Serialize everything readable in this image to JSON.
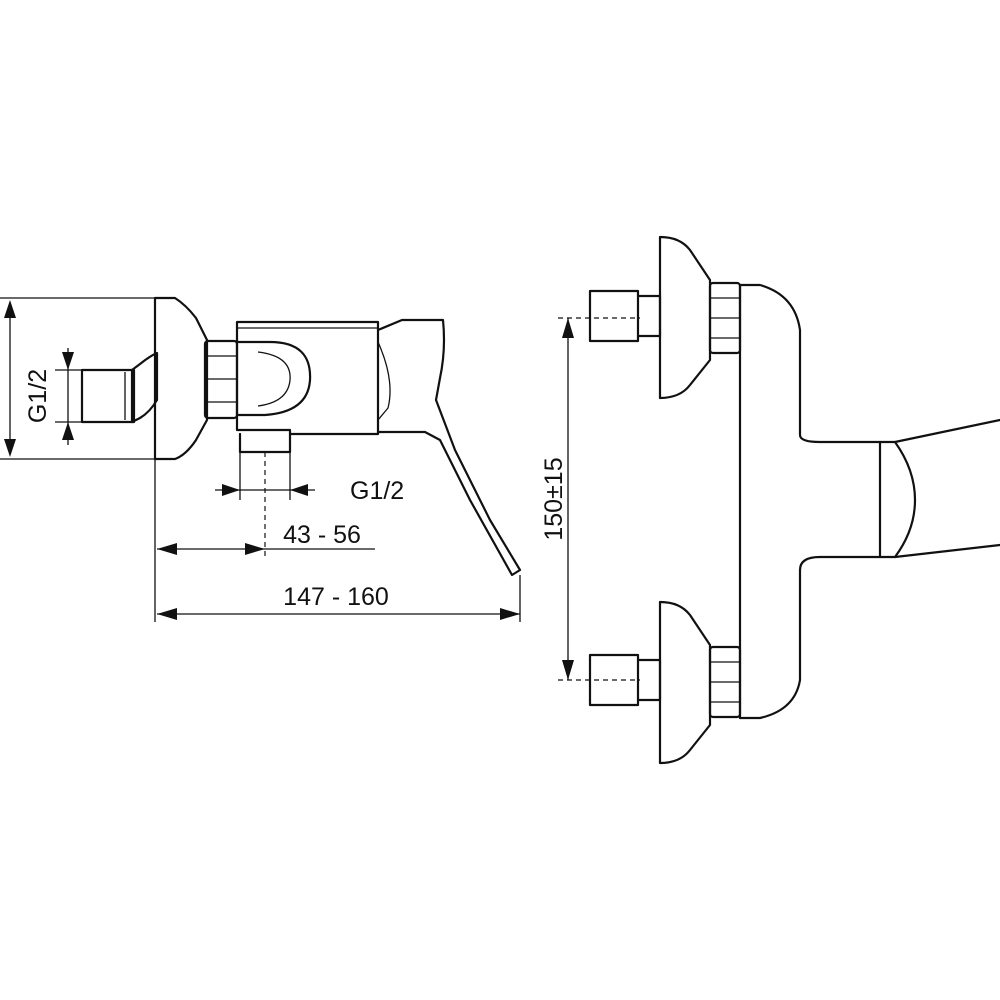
{
  "dimensions": {
    "side_inlet_thread": "G1/2",
    "outlet_thread": "G1/2",
    "outlet_offset": "43 - 56",
    "overall_depth": "147 - 160",
    "inlet_spacing": "150±15"
  },
  "colors": {
    "line": "#111111",
    "background": "#ffffff"
  }
}
